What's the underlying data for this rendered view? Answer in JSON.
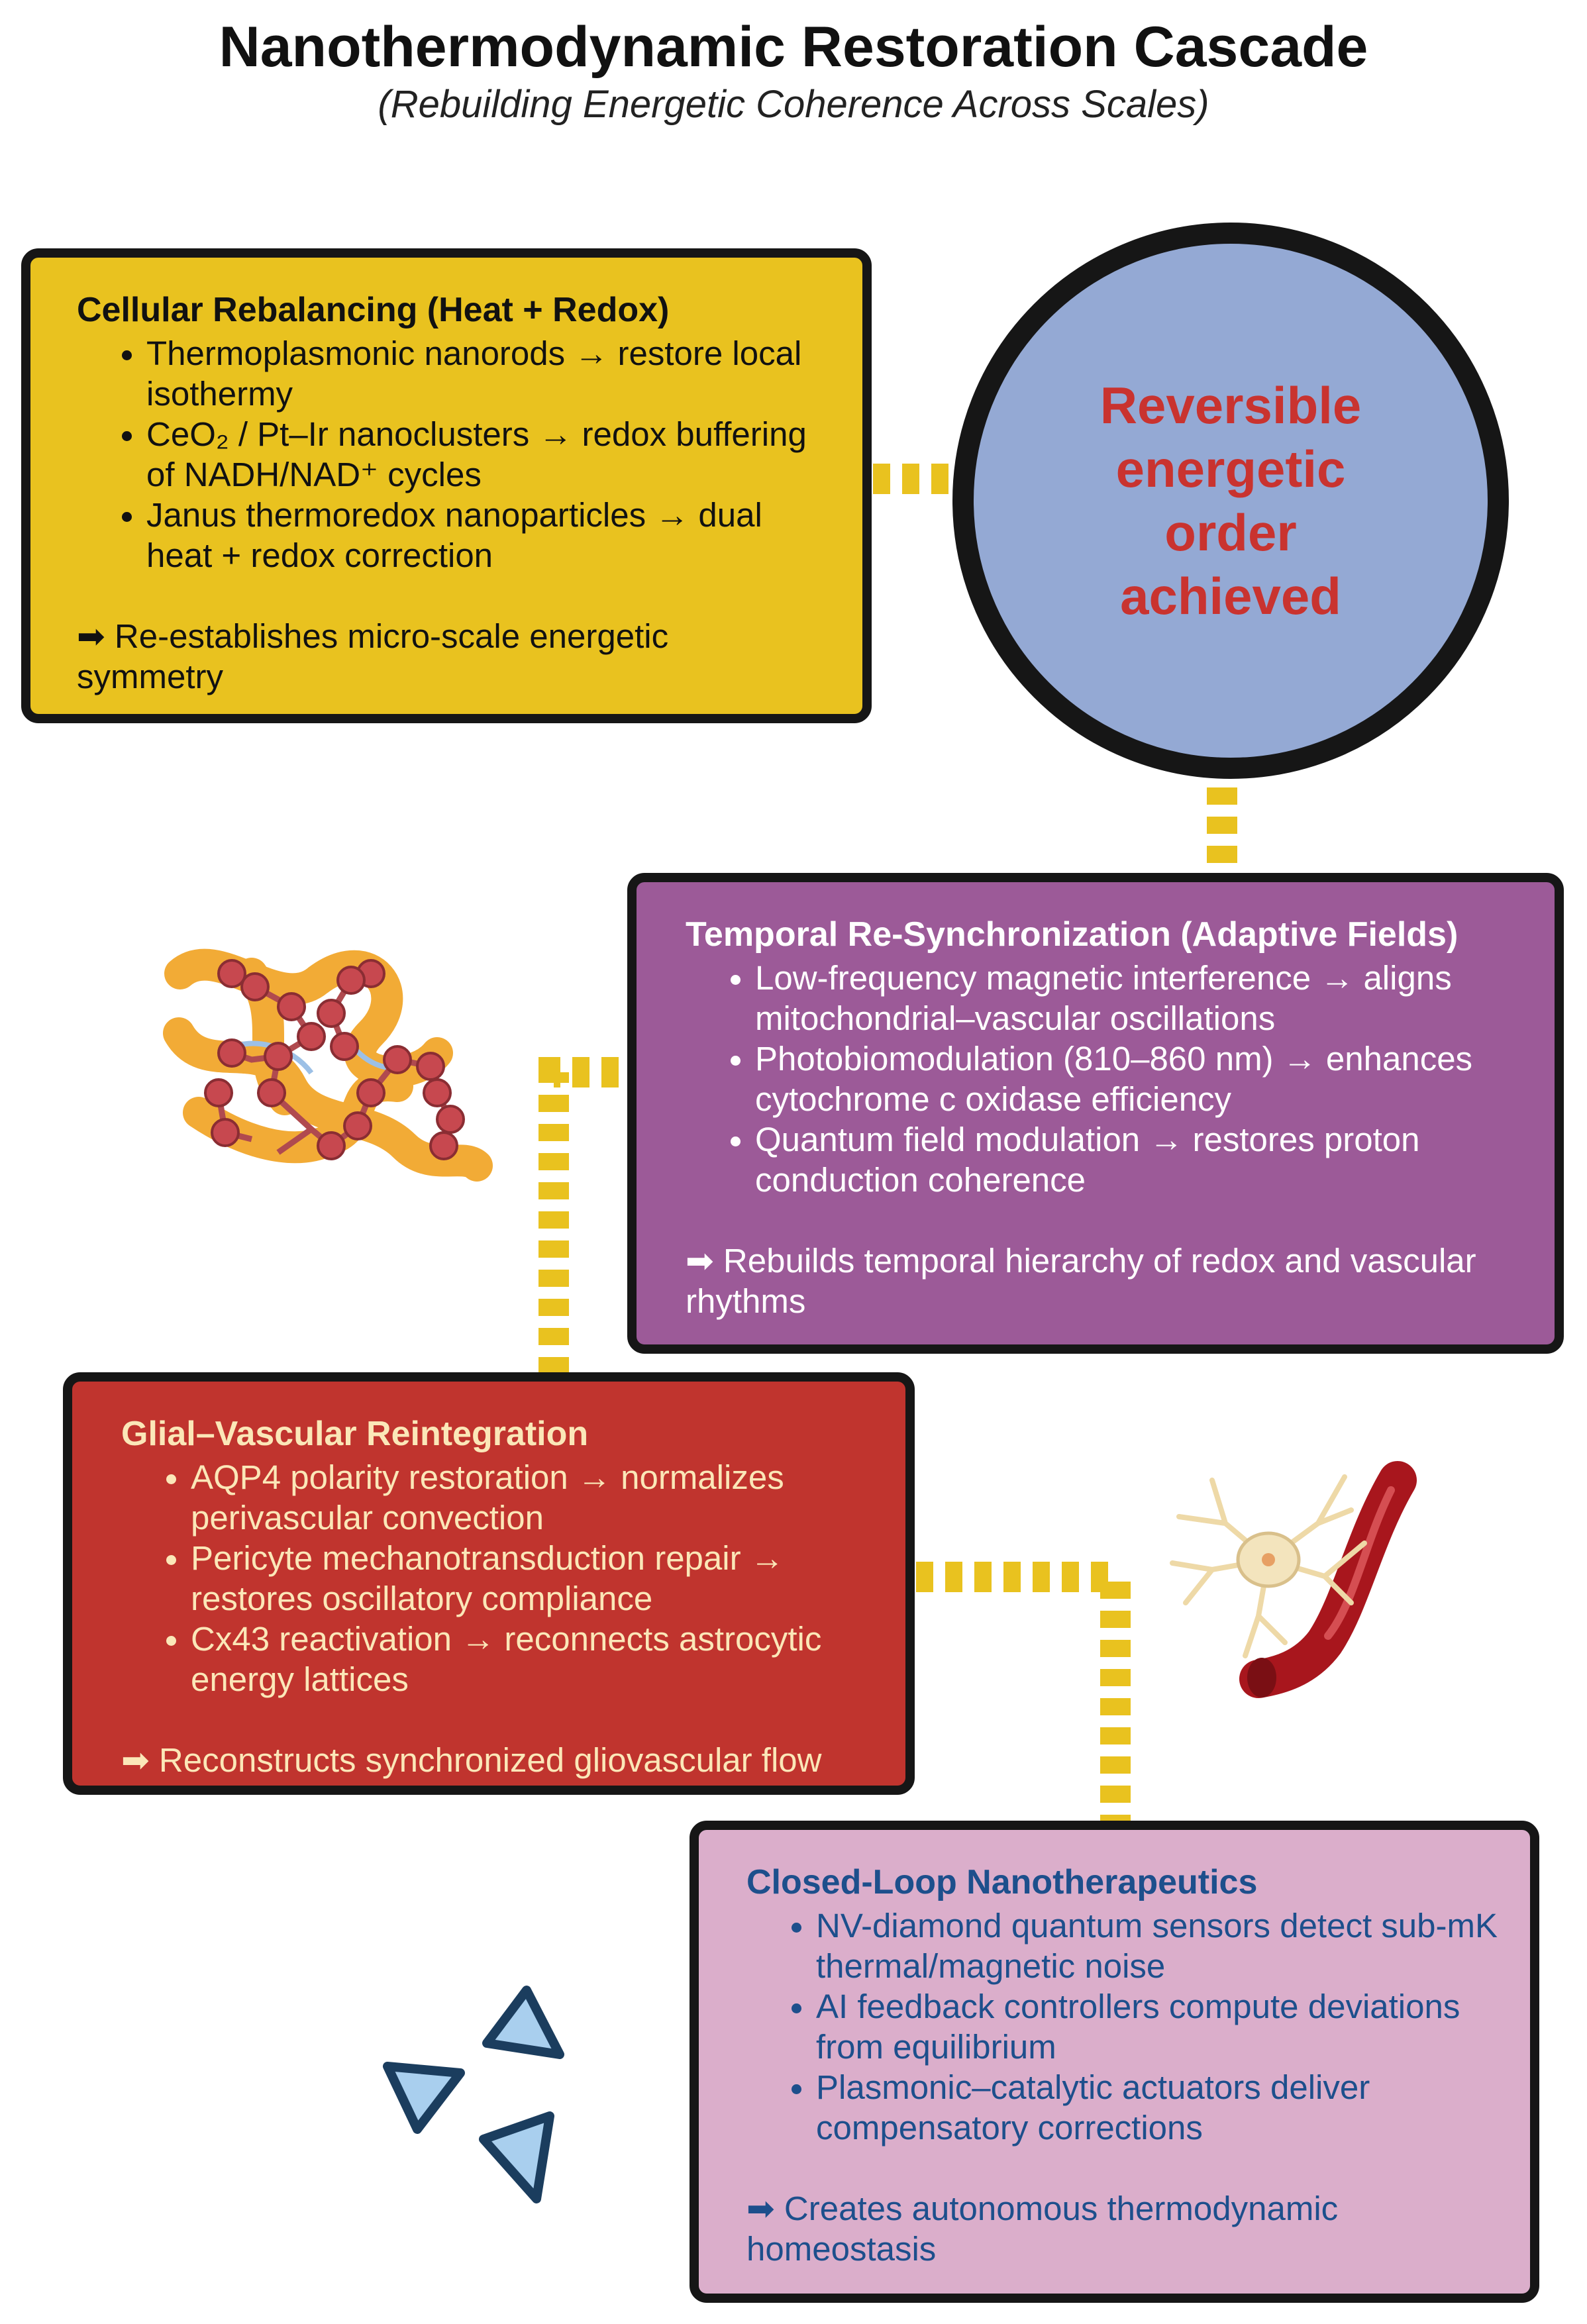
{
  "title": "Nanothermodynamic Restoration Cascade",
  "subtitle": "(Rebuilding Energetic Coherence Across Scales)",
  "outcome": {
    "text": "Reversible energetic order achieved",
    "color": "#c9332f",
    "fill": "#94a9d4"
  },
  "boxes": {
    "cellular": {
      "heading": "Cellular Rebalancing (Heat + Redox)",
      "items": [
        "Thermoplasmonic nanorods → restore local isothermy",
        "CeO₂ / Pt–Ir nanoclusters → redox buffering of NADH/NAD⁺ cycles",
        "Janus thermoredox nanoparticles → dual heat + redox correction"
      ],
      "summary": "➡ Re-establishes micro-scale energetic symmetry",
      "color": "#e9c21f",
      "icon": "mitochondrion-icon"
    },
    "temporal": {
      "heading": "Temporal Re-Synchronization (Adaptive Fields)",
      "items": [
        "Low-frequency magnetic interference → aligns mitochondrial–vascular oscillations",
        "Photobiomodulation (810–860 nm) → enhances cytochrome c oxidase efficiency",
        "Quantum field modulation → restores proton conduction coherence"
      ],
      "summary": "➡ Rebuilds temporal hierarchy of redox and vascular rhythms",
      "color": "#9c5a98",
      "icon": "molecular-network-icon"
    },
    "glial": {
      "heading": "Glial–Vascular Reintegration",
      "items": [
        "AQP4 polarity restoration → normalizes perivascular convection",
        "Pericyte mechanotransduction repair → restores oscillatory compliance",
        "Cx43 reactivation → reconnects astrocytic energy lattices"
      ],
      "summary": "➡ Reconstructs synchronized gliovascular flow",
      "color": "#c0342e",
      "icon": "astrocyte-blood-vessel-icon"
    },
    "closed": {
      "heading": "Closed-Loop Nanotherapeutics",
      "items": [
        "NV-diamond quantum sensors detect sub-mK thermal/magnetic noise",
        "AI feedback controllers compute deviations from equilibrium",
        "Plasmonic–catalytic actuators deliver compensatory corrections"
      ],
      "summary": "➡ Creates autonomous thermodynamic homeostasis",
      "color": "#dbaecb",
      "icon": "triangular-nanoparticles-icon"
    }
  },
  "connector_color": "#e9c21f"
}
